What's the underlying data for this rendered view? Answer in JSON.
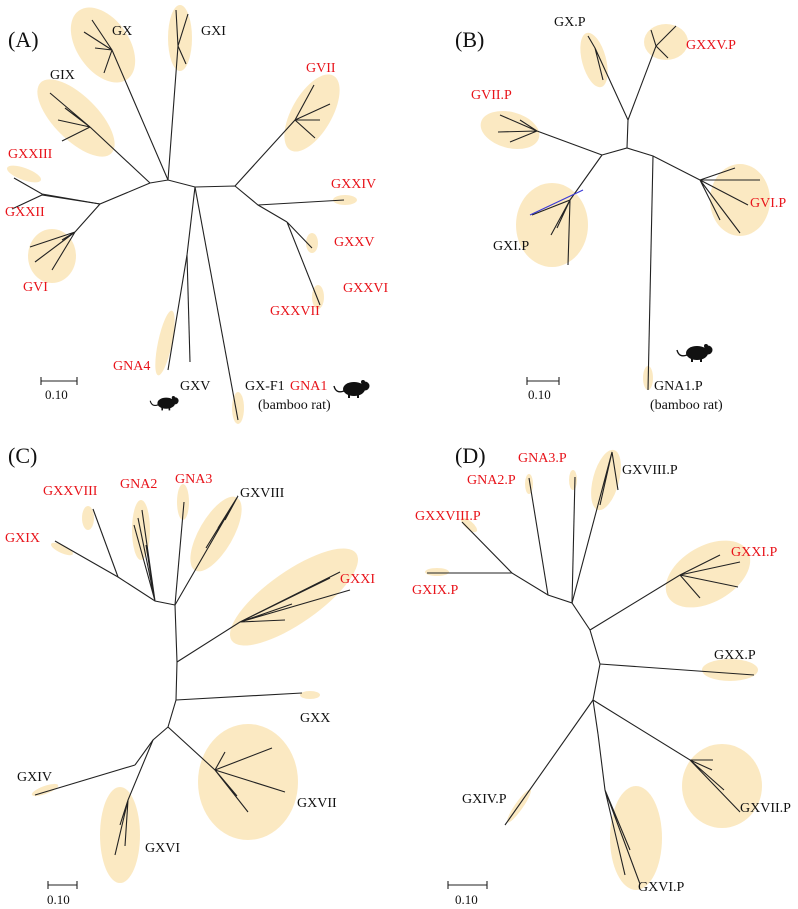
{
  "colors": {
    "reference_label": "#111111",
    "novel_label": "#e8141b",
    "clade_highlight": "#fbe8bf",
    "branch": "#222222",
    "highlight_branch": "#3a3ad8"
  },
  "scale_label": "0.10",
  "host_note": "(bamboo rat)",
  "icons": [
    "rat-silhouette-icon"
  ],
  "panels": {
    "A": {
      "tag": "(A)",
      "labels": {
        "gx": "GX",
        "gxi": "GXI",
        "gix": "GIX",
        "gvii": "GVII",
        "gxxiii": "GXXIII",
        "gxxii": "GXXII",
        "gxxiv": "GXXIV",
        "gxxv": "GXXV",
        "gvi": "GVI",
        "gxxvi": "GXXVI",
        "gxxvii": "GXXVII",
        "gna4": "GNA4",
        "gxv": "GXV",
        "gxf1": "GX-F1",
        "gna1": "GNA1"
      }
    },
    "B": {
      "tag": "(B)",
      "labels": {
        "gxp": "GX.P",
        "gxxvp": "GXXV.P",
        "gviip": "GVII.P",
        "gvip": "GVI.P",
        "gxip": "GXI.P",
        "gna1p": "GNA1.P"
      }
    },
    "C": {
      "tag": "(C)",
      "labels": {
        "gxxviii": "GXXVIII",
        "gna2": "GNA2",
        "gna3": "GNA3",
        "gxviii": "GXVIII",
        "gxix": "GXIX",
        "gxxi": "GXXI",
        "gxx": "GXX",
        "gxiv": "GXIV",
        "gxvii": "GXVII",
        "gxvi": "GXVI"
      }
    },
    "D": {
      "tag": "(D)",
      "labels": {
        "gna3p": "GNA3.P",
        "gna2p": "GNA2.P",
        "gxviiip": "GXVIII.P",
        "gxxviiip": "GXXVIII.P",
        "gxixp": "GXIX.P",
        "gxxip": "GXXI.P",
        "gxxp": "GXX.P",
        "gxivp": "GXIV.P",
        "gxviip": "GXVII.P",
        "gxvip": "GXVI.P"
      }
    }
  }
}
